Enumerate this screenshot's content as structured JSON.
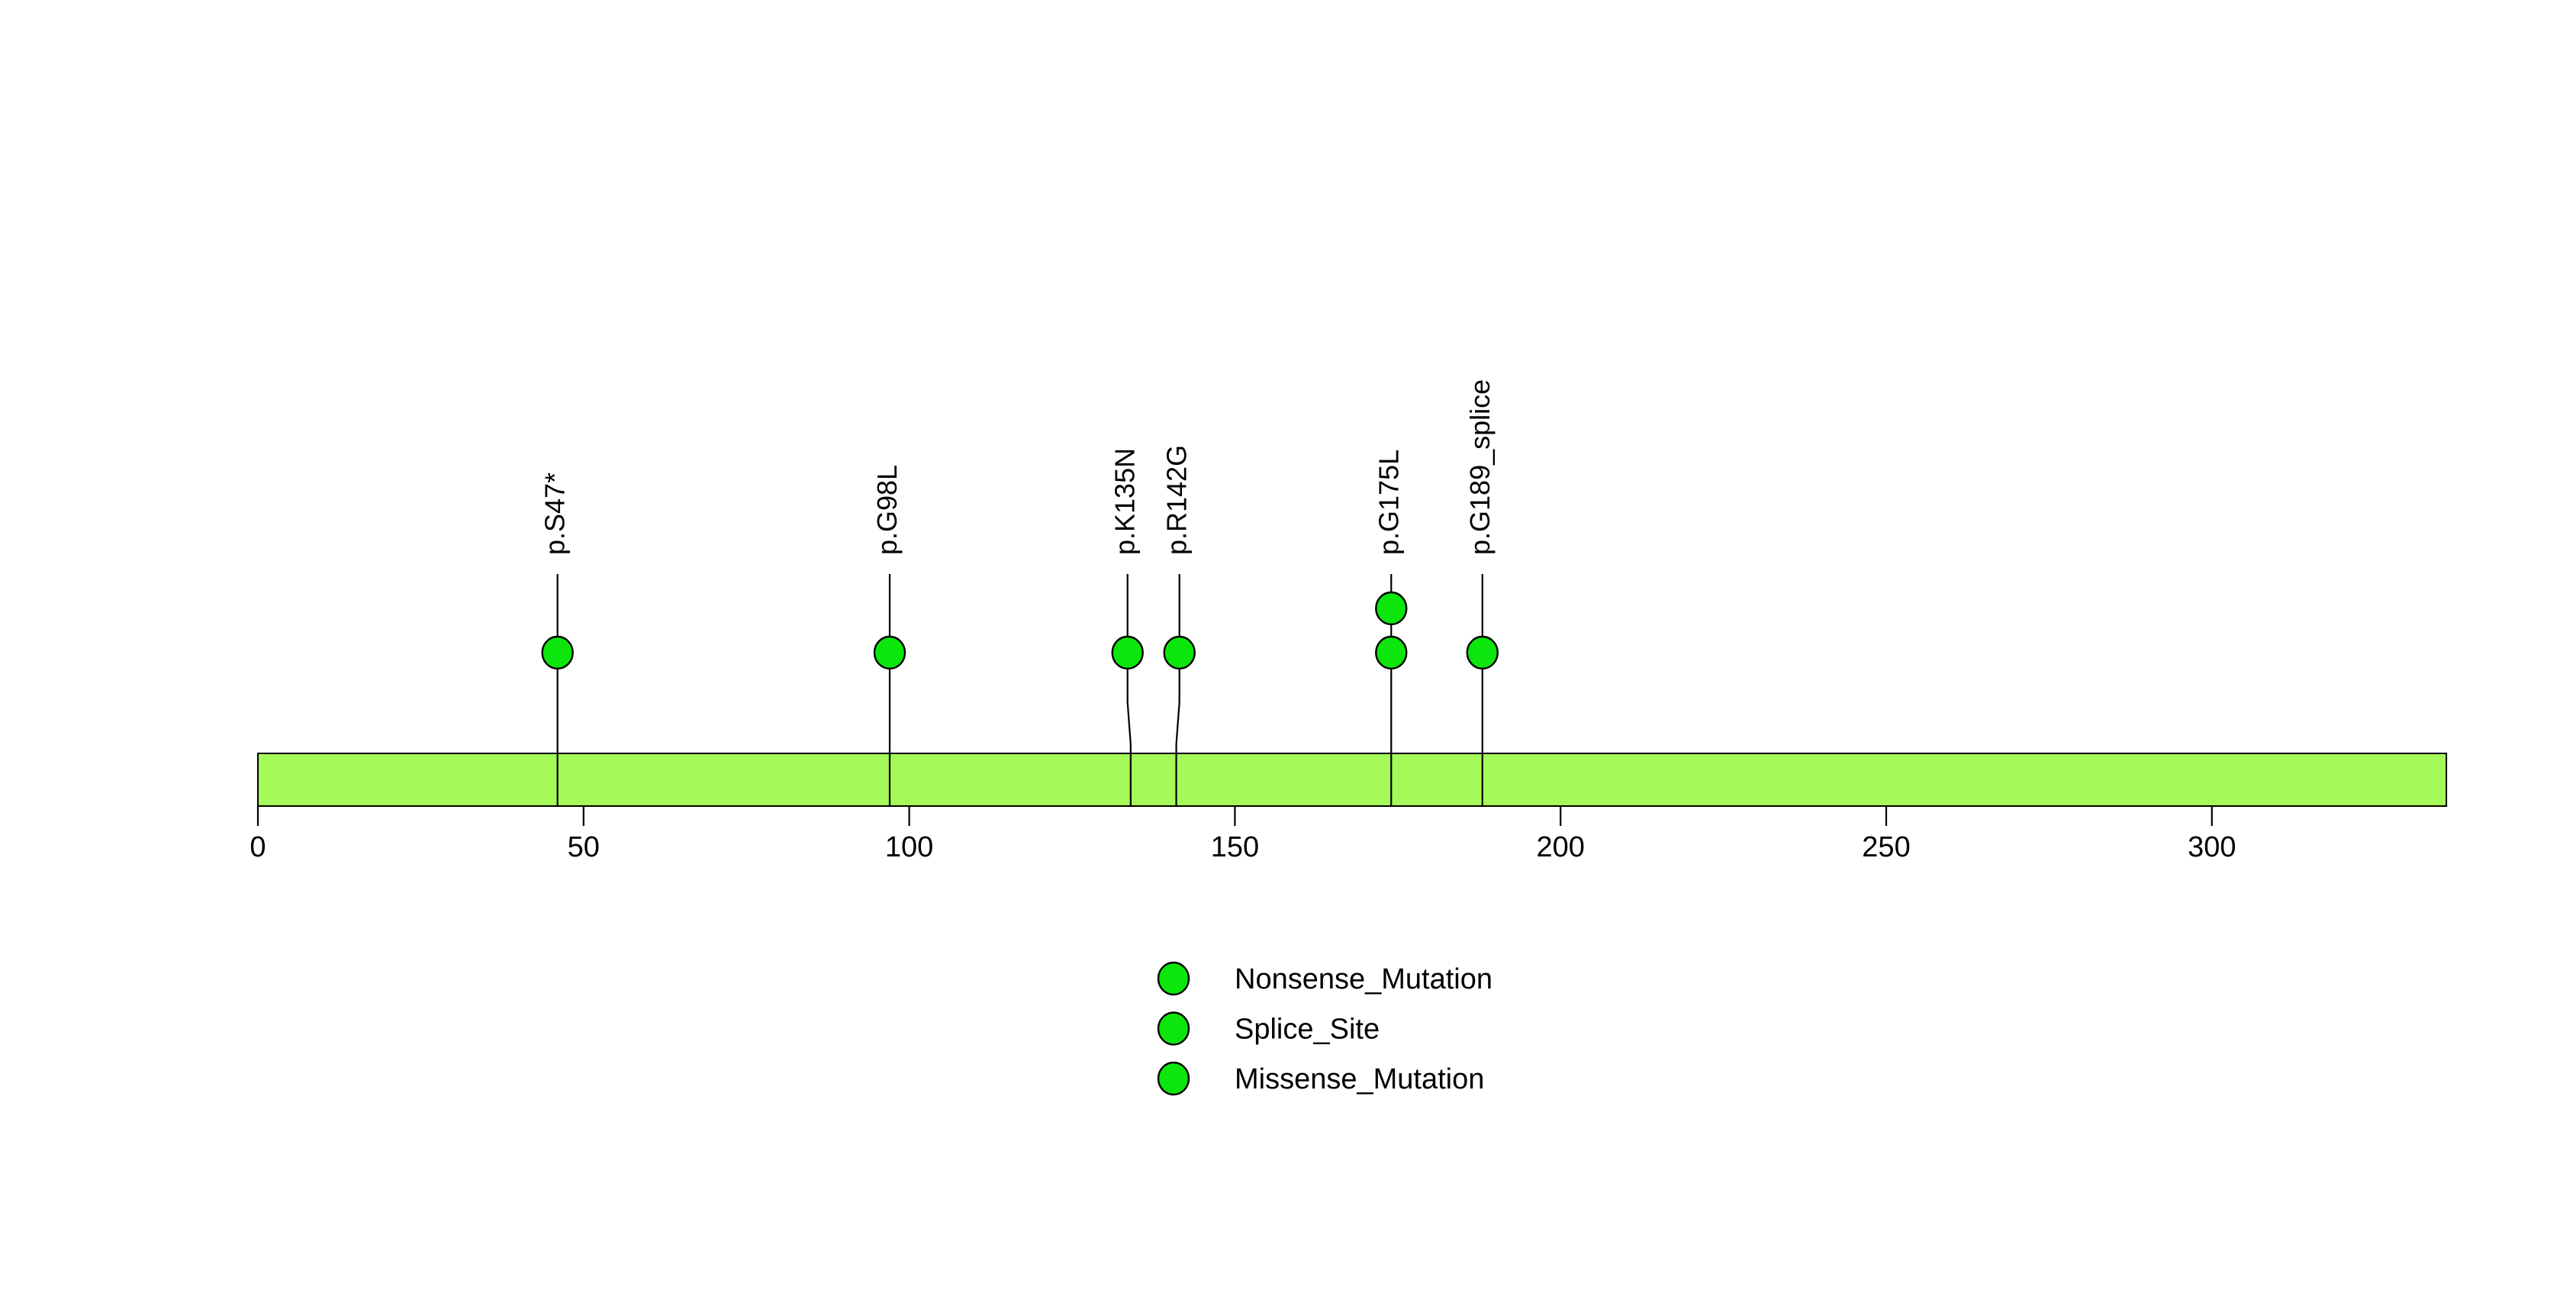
{
  "figure": {
    "background": "#FFFFFF"
  },
  "chart_data": {
    "type": "scatter",
    "subtype": "lollipop_mutation_plot",
    "title": "",
    "xlabel": "",
    "ylabel": "",
    "grid": false,
    "xlim": [
      0,
      337
    ],
    "x_ticks": [
      "0",
      "50",
      "100",
      "150",
      "200",
      "250",
      "300"
    ],
    "x_tick_values": [
      0,
      50,
      100,
      150,
      200,
      250,
      300
    ],
    "protein_bar": {
      "start": 1,
      "end": 337,
      "fill": "#A4FA58",
      "stroke": "#000000"
    },
    "mutations": [
      {
        "label": "p.S47*",
        "position": 47,
        "count": 1
      },
      {
        "label": "p.G98L",
        "position": 98,
        "count": 1
      },
      {
        "label": "p.K135N",
        "position": 135,
        "count": 1
      },
      {
        "label": "p.R142G",
        "position": 142,
        "count": 1
      },
      {
        "label": "p.G175L",
        "position": 175,
        "count": 2
      },
      {
        "label": "p.G189_splice",
        "position": 189,
        "count": 1
      }
    ],
    "point_style": {
      "fill": "#0CE60C",
      "stroke": "#000000"
    },
    "legend_position": "bottom-center",
    "legend": [
      {
        "label": "Nonsense_Mutation",
        "color": "#0CE60C"
      },
      {
        "label": "Splice_Site",
        "color": "#0CE60C"
      },
      {
        "label": "Missense_Mutation",
        "color": "#0CE60C"
      }
    ]
  }
}
